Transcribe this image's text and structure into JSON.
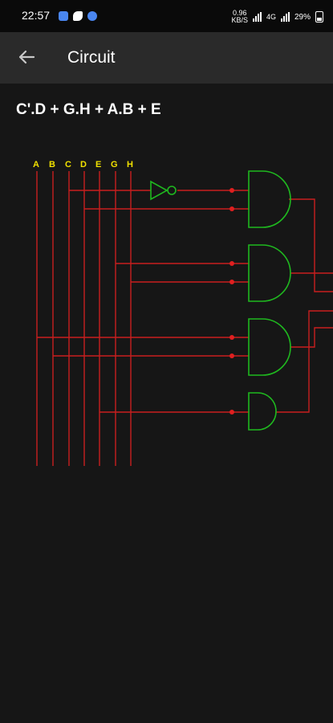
{
  "status_bar": {
    "time": "22:57",
    "right_small_a": "0.96\nKB/S",
    "right_small_b": "4G",
    "battery": "29%"
  },
  "app_bar": {
    "title": "Circuit",
    "back_icon": "arrow-left-icon"
  },
  "expression": "C'.D + G.H + A.B + E",
  "circuit": {
    "inputs": [
      "A",
      "B",
      "C",
      "D",
      "E",
      "G",
      "H"
    ],
    "colors": {
      "wire": "#c81e1e",
      "gate": "#1fb81f",
      "label": "#f0e000",
      "node": "#e02020"
    },
    "gates": [
      {
        "type": "AND",
        "inputs": [
          "C'",
          "D"
        ]
      },
      {
        "type": "AND",
        "inputs": [
          "G",
          "H"
        ]
      },
      {
        "type": "AND",
        "inputs": [
          "A",
          "B"
        ]
      },
      {
        "type": "BUFFER",
        "inputs": [
          "E"
        ]
      }
    ],
    "inverter_on": "C"
  }
}
